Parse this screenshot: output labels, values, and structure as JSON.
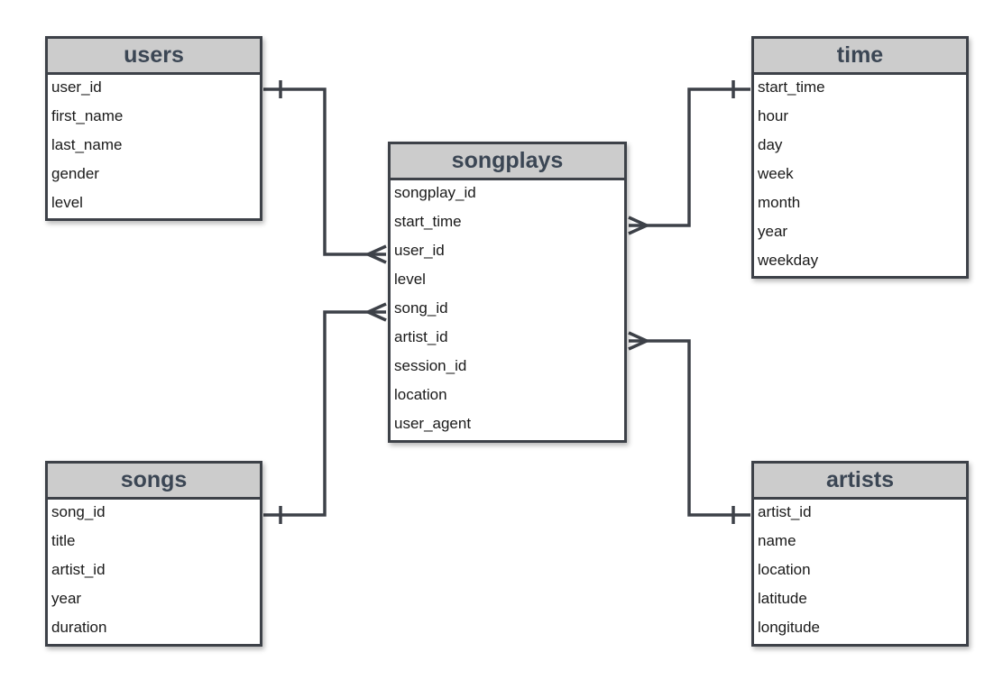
{
  "colors": {
    "line": "#3d4148",
    "header_bg": "#cccccc",
    "header_text": "#3b4654",
    "field_text": "#1a1a1a",
    "background": "#ffffff"
  },
  "entities": {
    "users": {
      "title": "users",
      "fields": [
        "user_id",
        "first_name",
        "last_name",
        "gender",
        "level"
      ]
    },
    "time": {
      "title": "time",
      "fields": [
        "start_time",
        "hour",
        "day",
        "week",
        "month",
        "year",
        "weekday"
      ]
    },
    "songplays": {
      "title": "songplays",
      "fields": [
        "songplay_id",
        "start_time",
        "user_id",
        "level",
        "song_id",
        "artist_id",
        "session_id",
        "location",
        "user_agent"
      ]
    },
    "songs": {
      "title": "songs",
      "fields": [
        "song_id",
        "title",
        "artist_id",
        "year",
        "duration"
      ]
    },
    "artists": {
      "title": "artists",
      "fields": [
        "artist_id",
        "name",
        "location",
        "latitude",
        "longitude"
      ]
    }
  },
  "relationships": [
    {
      "from": "users.user_id",
      "to": "songplays.user_id",
      "from_cardinality": "one",
      "to_cardinality": "many"
    },
    {
      "from": "time.start_time",
      "to": "songplays.start_time",
      "from_cardinality": "one",
      "to_cardinality": "many"
    },
    {
      "from": "songs.song_id",
      "to": "songplays.song_id",
      "from_cardinality": "one",
      "to_cardinality": "many"
    },
    {
      "from": "artists.artist_id",
      "to": "songplays.artist_id",
      "from_cardinality": "one",
      "to_cardinality": "many"
    }
  ]
}
